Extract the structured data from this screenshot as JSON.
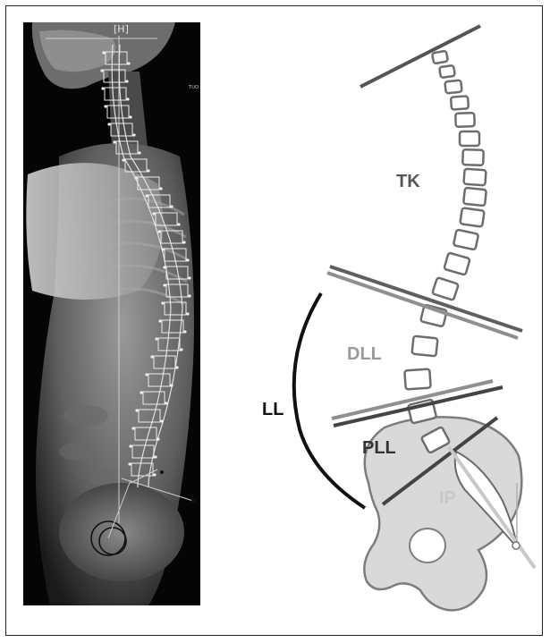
{
  "xray": {
    "marker_label": "[H]",
    "side_text": "TUO"
  },
  "labels": {
    "tk": "TK",
    "dll": "DLL",
    "ll": "LL",
    "pll": "PLL",
    "ip": "IP"
  },
  "colors": {
    "tk": "#555555",
    "dll": "#9a9a9a",
    "ll": "#111111",
    "pll": "#333333",
    "ip": "#c8c8c8",
    "dll_upper_line": "#5f5f5f",
    "dll_lower_line": "#8f8f8f",
    "pll_line": "#444444",
    "pelvis_fill": "#d9d9d9"
  }
}
